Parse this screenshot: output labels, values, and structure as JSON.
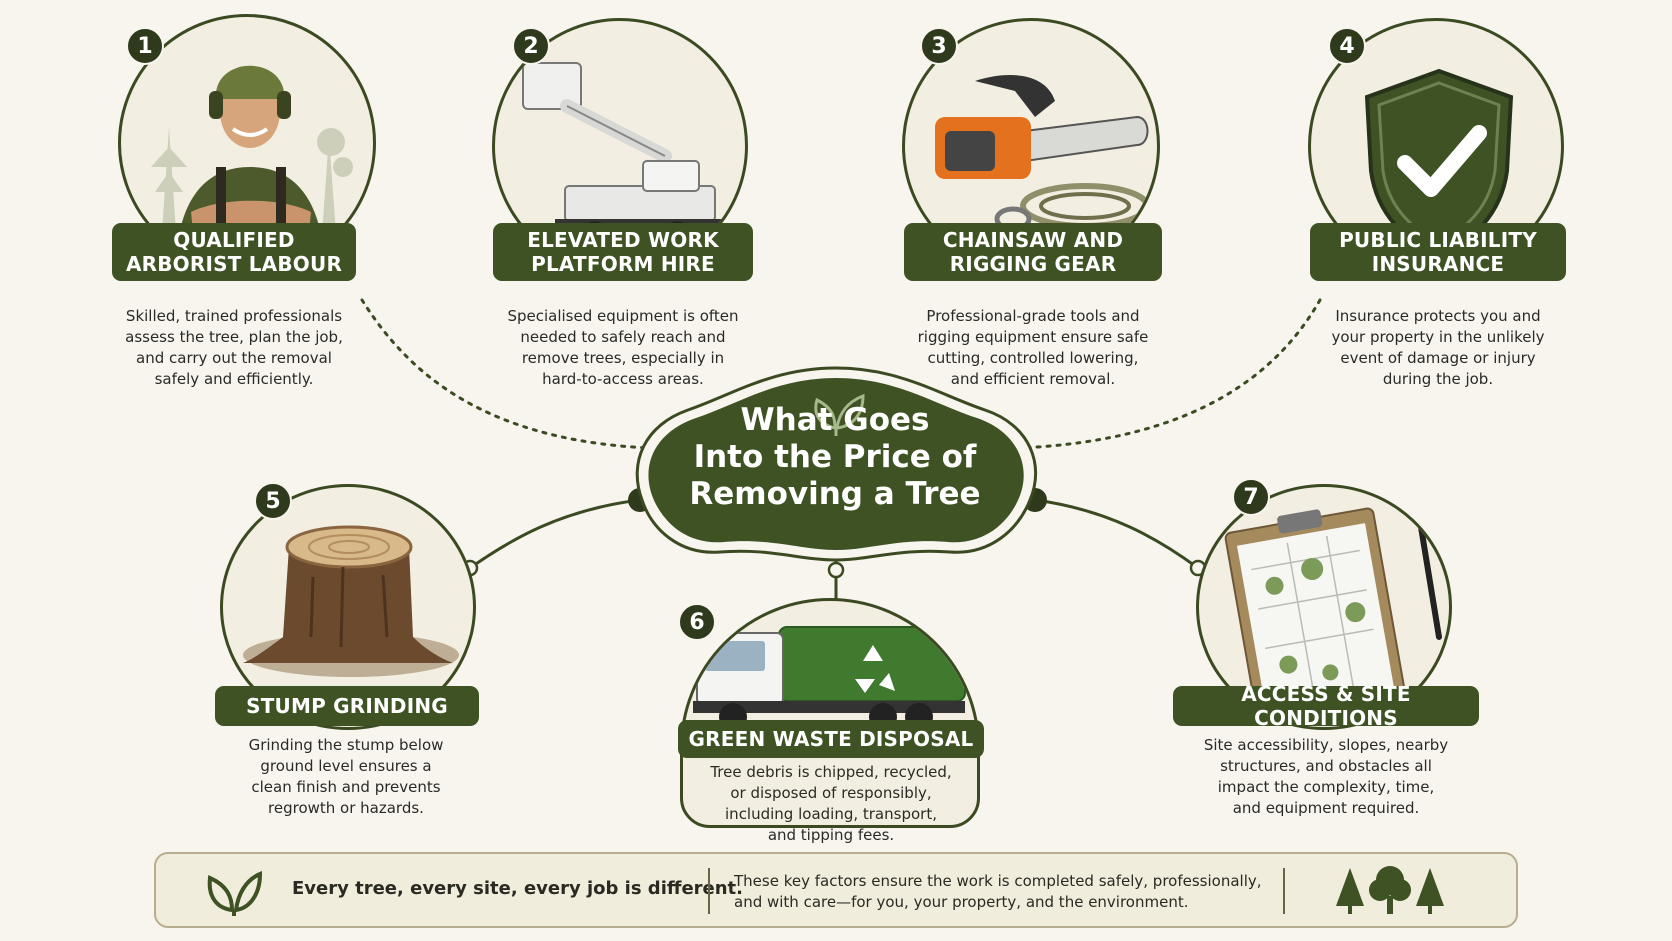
{
  "center": {
    "title_lines": [
      "What Goes",
      "Into the Price of",
      "Removing a Tree"
    ]
  },
  "items": [
    {
      "number": "1",
      "title_lines": [
        "QUALIFIED",
        "ARBORIST LABOUR"
      ],
      "desc_lines": [
        "Skilled, trained professionals",
        "assess the tree, plan the job,",
        "and carry out the removal",
        "safely and efficiently."
      ]
    },
    {
      "number": "2",
      "title_lines": [
        "ELEVATED WORK",
        "PLATFORM HIRE"
      ],
      "desc_lines": [
        "Specialised equipment is often",
        "needed to safely reach and",
        "remove trees, especially in",
        "hard-to-access areas."
      ]
    },
    {
      "number": "3",
      "title_lines": [
        "CHAINSAW AND",
        "RIGGING GEAR"
      ],
      "desc_lines": [
        "Professional-grade tools and",
        "rigging equipment ensure safe",
        "cutting, controlled lowering,",
        "and efficient removal."
      ]
    },
    {
      "number": "4",
      "title_lines": [
        "PUBLIC LIABILITY",
        "INSURANCE"
      ],
      "desc_lines": [
        "Insurance protects you and",
        "your property in the unlikely",
        "event of damage or injury",
        "during the job."
      ]
    },
    {
      "number": "5",
      "title_lines": [
        "STUMP GRINDING"
      ],
      "desc_lines": [
        "Grinding the stump below",
        "ground level ensures a",
        "clean finish and prevents",
        "regrowth or hazards."
      ]
    },
    {
      "number": "6",
      "title_lines": [
        "GREEN WASTE DISPOSAL"
      ],
      "desc_lines": [
        "Tree debris is chipped, recycled,",
        "or disposed of responsibly,",
        "including loading, transport,",
        "and tipping fees."
      ]
    },
    {
      "number": "7",
      "title_lines": [
        "ACCESS & SITE CONDITIONS"
      ],
      "desc_lines": [
        "Site accessibility, slopes, nearby",
        "structures, and obstacles all",
        "impact the complexity, time,",
        "and equipment required."
      ]
    }
  ],
  "footer": {
    "left_text": "Every tree, every site, every job is different.",
    "right_lines": [
      "These key factors ensure the work is completed safely, professionally,",
      "and with care—for you, your property, and the environment."
    ]
  },
  "icons": {
    "item1": "arborist-worker-illustration",
    "item2": "cherry-picker-truck-illustration",
    "item3": "chainsaw-and-rope-illustration",
    "item4": "shield-check-icon",
    "item5": "tree-stump-illustration",
    "item6": "garbage-truck-recycle-illustration",
    "item7": "clipboard-site-plan-illustration",
    "center": "leaf-sprout-icon",
    "footer_left": "leaf-sprout-icon",
    "footer_right": "three-trees-icon"
  },
  "colors": {
    "background": "#f7f5ee",
    "primary_green": "#3e5223",
    "dark_green": "#2e3a1b",
    "footer_border": "#b8ad8e"
  }
}
